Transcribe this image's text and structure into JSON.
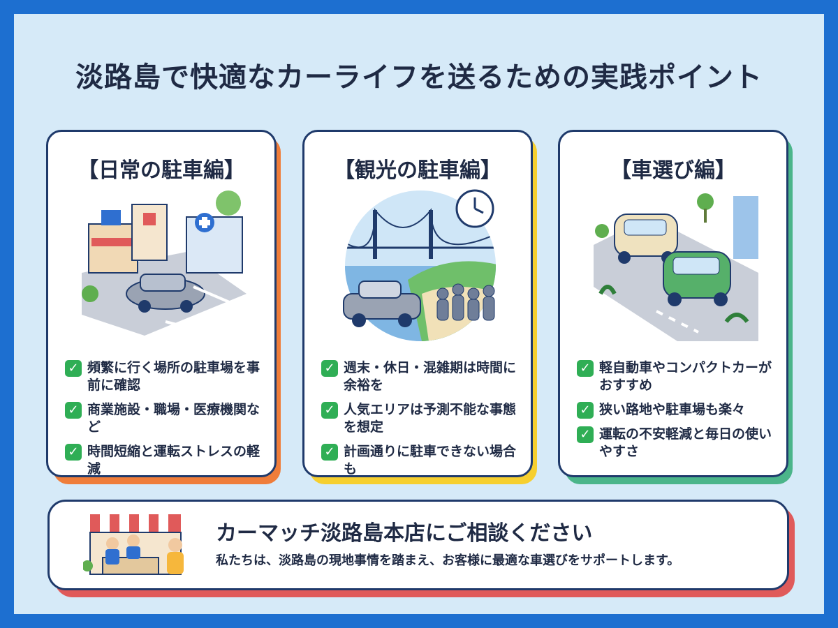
{
  "title": "淡路島で快適なカーライフを送るための実践ポイント",
  "cards": [
    {
      "title": "【日常の駐車編】",
      "items": [
        "頻繁に行く場所の駐車場を事前に確認",
        "商業施設・職場・医療機関など",
        "時間短縮と運転ストレスの軽減"
      ],
      "accent": "#ef7d3a"
    },
    {
      "title": "【観光の駐車編】",
      "items": [
        "週末・休日・混雑期は時間に余裕を",
        "人気エリアは予測不能な事態を想定",
        "計画通りに駐車できない場合も"
      ],
      "accent": "#f6cf2f"
    },
    {
      "title": "【車選び編】",
      "items": [
        "軽自動車やコンパクトカーがおすすめ",
        "狭い路地や駐車場も楽々",
        "運転の不安軽減と毎日の使いやすさ"
      ],
      "accent": "#4bb58a"
    }
  ],
  "banner": {
    "title": "カーマッチ淡路島本店にご相談ください",
    "body": "私たちは、淡路島の現地事情を踏まえ、お客様に最適な車選びをサポートします。",
    "accent": "#e05a5a"
  },
  "check_icon": "✓"
}
